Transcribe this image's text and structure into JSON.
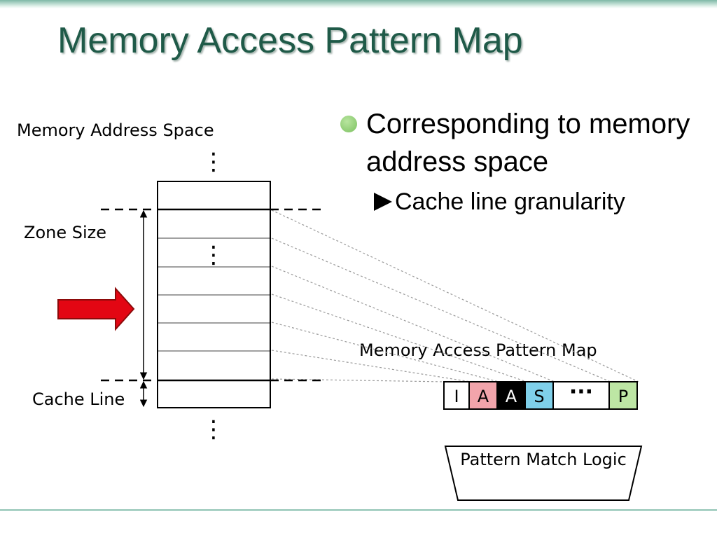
{
  "slide": {
    "title": "Memory Access Pattern Map",
    "bullets": [
      {
        "text": "Corresponding to memory address space",
        "bullet_color": "#7cc160",
        "sub": [
          {
            "text": "Cache line granularity",
            "marker": "right-triangle"
          }
        ]
      }
    ]
  },
  "diagram": {
    "memory_label": "Memory Address Space",
    "zone_label": "Zone Size",
    "cache_line_label": "Cache Line",
    "map_label": "Memory Access Pattern Map",
    "logic_label": "Pattern Match Logic",
    "map_cells": [
      {
        "text": "I",
        "fill": "#ffffff",
        "color": "#000000"
      },
      {
        "text": "A",
        "fill": "#f2a4ab",
        "color": "#000000"
      },
      {
        "text": "A",
        "fill": "#000000",
        "color": "#ffffff"
      },
      {
        "text": "S",
        "fill": "#7fd0ea",
        "color": "#000000"
      },
      {
        "text": "···",
        "fill": "#ffffff",
        "color": "#000000"
      },
      {
        "text": "P",
        "fill": "#bde6a4",
        "color": "#000000"
      }
    ],
    "ellipsis": "⋮",
    "pointer_arrow_color": "#e30613"
  }
}
